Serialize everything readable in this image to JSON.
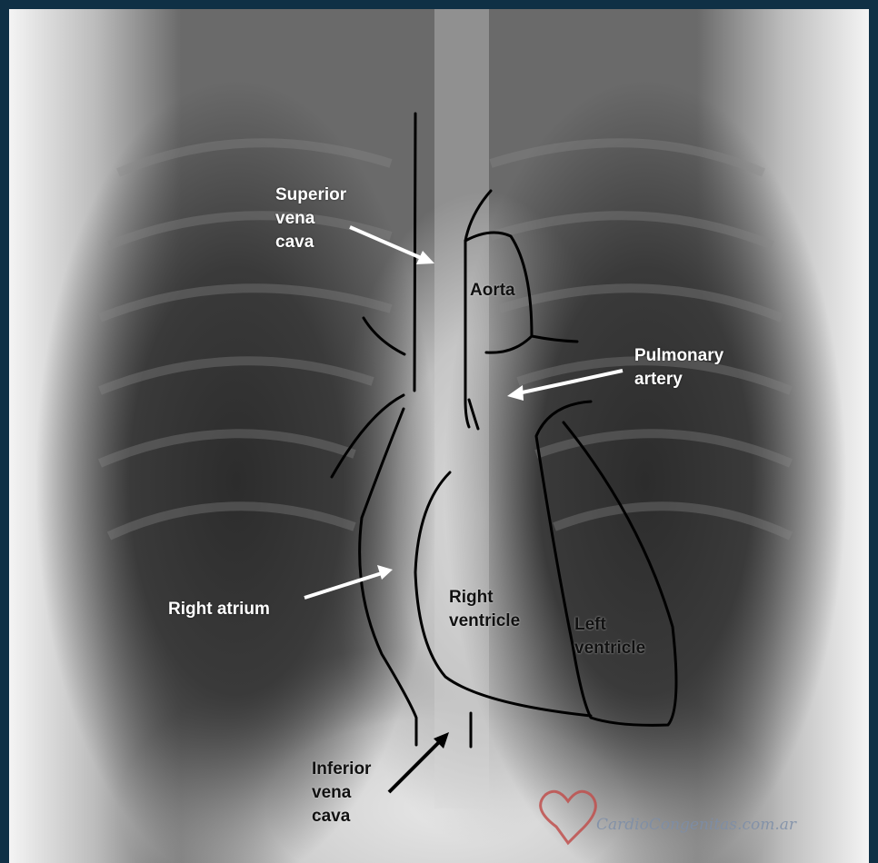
{
  "labels": {
    "superior_vena_cava": [
      "Superior",
      "vena",
      "cava"
    ],
    "aorta": "Aorta",
    "pulmonary_artery": [
      "Pulmonary",
      "artery"
    ],
    "right_atrium": "Right atrium",
    "right_ventricle": [
      "Right",
      "ventricle"
    ],
    "left_ventricle": [
      "Left",
      "ventricle"
    ],
    "inferior_vena_cava": [
      "Inferior",
      "vena",
      "cava"
    ]
  },
  "watermark": "CardioCongenitas.com.ar",
  "colors": {
    "frame": "#0f3045",
    "label_text": "#ffffff",
    "outline": "#000000",
    "heart_logo": "#c0504d"
  }
}
